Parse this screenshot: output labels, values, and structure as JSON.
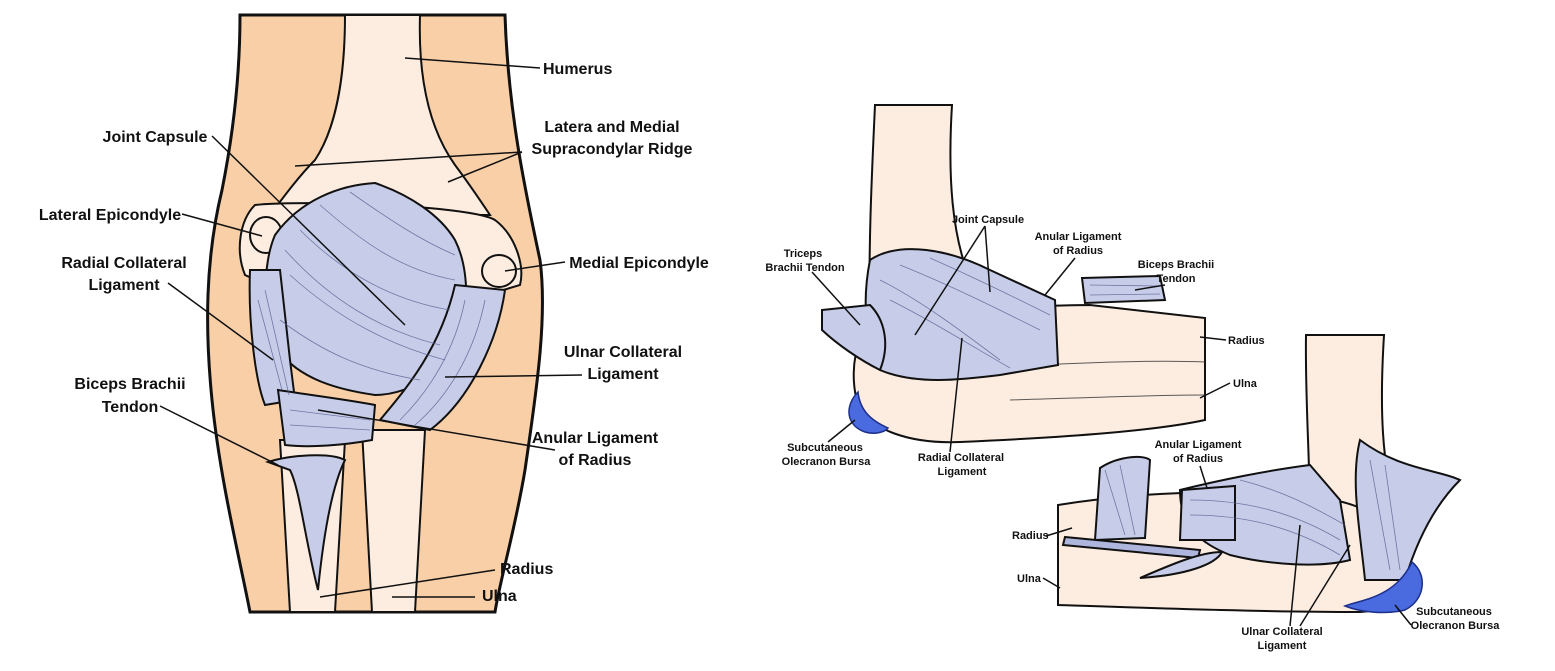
{
  "front_view": {
    "humerus": "Humerus",
    "supracondylar_line1": "Latera and Medial",
    "supracondylar_line2": "Supracondylar Ridge",
    "joint_capsule": "Joint Capsule",
    "lateral_epicondyle": "Lateral Epicondyle",
    "medial_epicondyle": "Medial Epicondyle",
    "radial_collateral_line1": "Radial Collateral",
    "radial_collateral_line2": "Ligament",
    "ulnar_collateral_line1": "Ulnar Collateral",
    "ulnar_collateral_line2": "Ligament",
    "biceps_line1": "Biceps Brachii",
    "biceps_line2": "Tendon",
    "anular_line1": "Anular Ligament",
    "anular_line2": "of Radius",
    "radius": "Radius",
    "ulna": "Ulna"
  },
  "lateral_view": {
    "triceps_line1": "Triceps",
    "triceps_line2": "Brachii Tendon",
    "joint_capsule": "Joint Capsule",
    "anular_line1": "Anular Ligament",
    "anular_line2": "of Radius",
    "biceps_line1": "Biceps Brachii",
    "biceps_line2": "Tendon",
    "radius": "Radius",
    "ulna": "Ulna",
    "bursa_line1": "Subcutaneous",
    "bursa_line2": "Olecranon Bursa",
    "radial_collateral_line1": "Radial Collateral",
    "radial_collateral_line2": "Ligament"
  },
  "medial_view": {
    "anular_line1": "Anular Ligament",
    "anular_line2": "of Radius",
    "radius": "Radius",
    "ulna": "Ulna",
    "bursa_line1": "Subcutaneous",
    "bursa_line2": "Olecranon Bursa",
    "ulnar_collateral_line1": "Ulnar Collateral",
    "ulnar_collateral_line2": "Ligament"
  },
  "colors": {
    "skin": "#f9cfa8",
    "bone": "#fdece0",
    "ligament": "#c7cde9",
    "bursa": "#4a6ae0"
  }
}
